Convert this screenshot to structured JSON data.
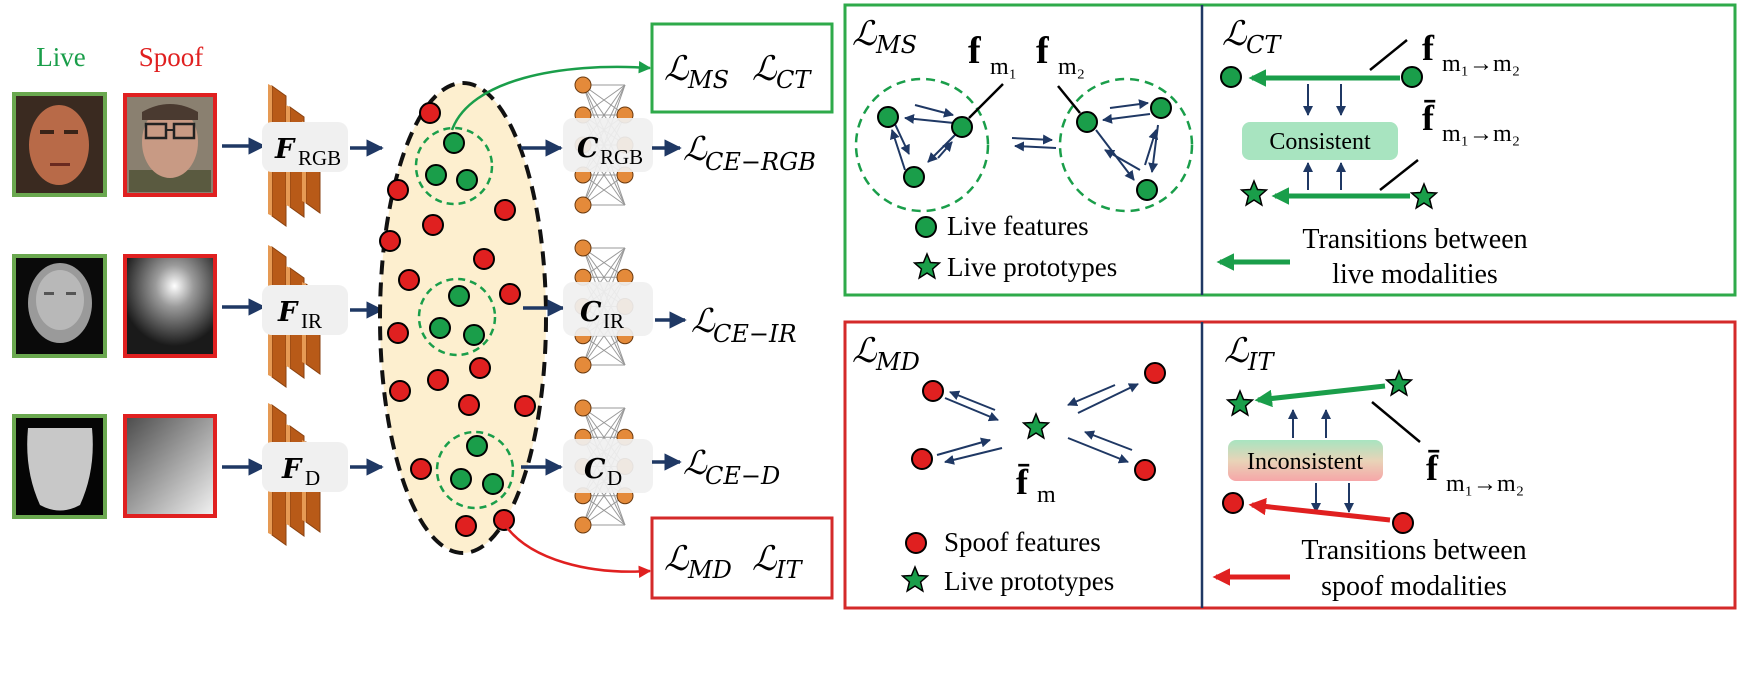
{
  "headers": {
    "live": "Live",
    "spoof": "Spoof"
  },
  "rows": [
    {
      "modality": "RGB",
      "encoder_sub": "RGB",
      "classifier_sub": "RGB",
      "ce_sub": "CE−RGB"
    },
    {
      "modality": "IR",
      "encoder_sub": "IR",
      "classifier_sub": "IR",
      "ce_sub": "CE−IR"
    },
    {
      "modality": "D",
      "encoder_sub": "D",
      "classifier_sub": "D",
      "ce_sub": "CE−D"
    }
  ],
  "symbols": {
    "encoder": "F",
    "classifier": "C",
    "loss": "ℒ"
  },
  "loss_boxes": {
    "top": {
      "a": "MS",
      "b": "CT"
    },
    "bottom": {
      "a": "MD",
      "b": "IT"
    }
  },
  "panels": {
    "ms": {
      "title_sub": "MS",
      "f1": "f",
      "f1_sub": "m₁",
      "f2": "f",
      "f2_sub": "m₂",
      "legend_features": "Live features",
      "legend_prototypes": "Live prototypes"
    },
    "ct": {
      "title_sub": "CT",
      "f_trans": "f",
      "f_trans_sub": "m₁→m₂",
      "f_bar": "f̄",
      "f_bar_sub": "m₁→m₂",
      "consistent": "Consistent",
      "caption_line1": "Transitions between",
      "caption_line2": "live modalities"
    },
    "md": {
      "title_sub": "MD",
      "f_bar": "f̄",
      "f_bar_sub": "m",
      "legend_features": "Spoof features",
      "legend_prototypes": "Live prototypes"
    },
    "it": {
      "title_sub": "IT",
      "inconsistent": "Inconsistent",
      "f_bar": "f̄",
      "f_bar_sub": "m₁→m₂",
      "caption_line1": "Transitions between",
      "caption_line2": "spoof modalities"
    }
  },
  "colors": {
    "live": "#1a9e4a",
    "spoof": "#e02020",
    "green_box": "#2eaa4a",
    "red_box": "#d42a2a",
    "navy": "#1f3864",
    "encoder": "#d97a2b",
    "ellipse_fill": "#fdefcf",
    "consistent_fill": "#a8e4c0"
  },
  "icons": {
    "face_thumbnails": [
      "live-rgb-face",
      "spoof-rgb-face",
      "live-ir-face",
      "spoof-ir-face",
      "live-depth-face",
      "spoof-depth-face"
    ],
    "encoder": "encoder-block-icon",
    "classifier": "classifier-network-icon"
  }
}
